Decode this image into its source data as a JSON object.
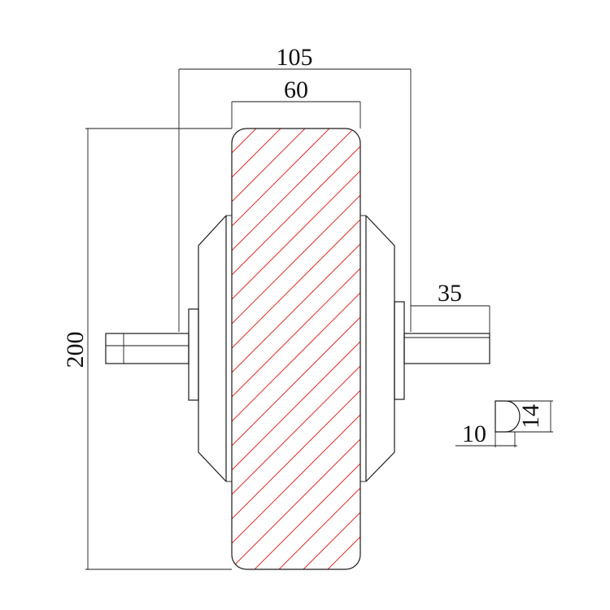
{
  "diagram": {
    "dimensions": {
      "overall_width": "105",
      "tire_width": "60",
      "diameter": "200",
      "shaft_length": "35",
      "shaft_flat_width": "10",
      "shaft_height": "14"
    },
    "colors": {
      "line": "#1a1a1a",
      "hatch": "#e0302a",
      "background": "#ffffff"
    }
  }
}
